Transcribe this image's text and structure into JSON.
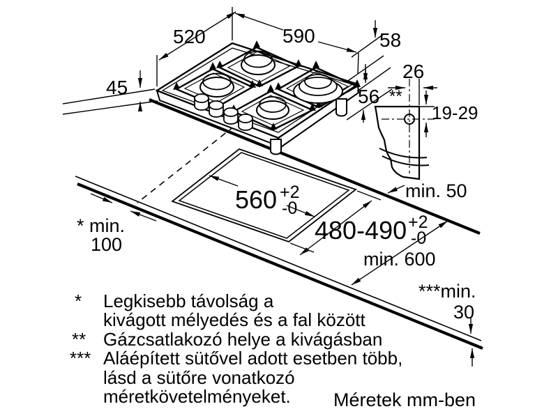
{
  "dims": {
    "hob_width": "590",
    "hob_depth": "520",
    "hob_height": "45",
    "edge_offset_a": "58",
    "edge_offset_b": "56",
    "gas_offset_x": "26",
    "gas_offset_y": "19-29",
    "gas_marker": "**",
    "rear_clearance": "min. 50",
    "side_clearance_label": "* min.",
    "side_clearance_value": "100",
    "cutout_width": "560",
    "cutout_width_sup": "+2",
    "cutout_width_sub": "-0",
    "cutout_depth": "480-490",
    "cutout_depth_sup": "+2",
    "cutout_depth_sub": "-0",
    "worktop_depth": "min. 600",
    "worktop_thickness_label": "***min.",
    "worktop_thickness_value": "30"
  },
  "legend": {
    "items": [
      {
        "marker": "*",
        "line1": "Legkisebb távolság a",
        "line2": "kivágott mélyedés és a fal között"
      },
      {
        "marker": "**",
        "line1": "Gázcsatlakozó helye a kivágásban"
      },
      {
        "marker": "***",
        "line1": "Aláépített sütővel adott esetben több,",
        "line2": "lásd a sütőre vonatkozó",
        "line3": "méretkövetelményeket."
      }
    ],
    "units_note": "Méretek mm-ben"
  },
  "colors": {
    "line": "#000000",
    "burner_cap": "#c8c8c8",
    "background": "#ffffff"
  }
}
